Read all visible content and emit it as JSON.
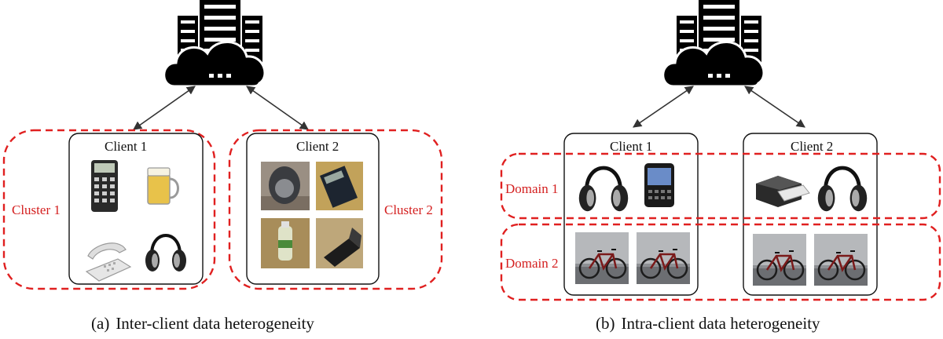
{
  "colors": {
    "dashed": "#e02020",
    "label": "#d42020",
    "box": "#111111",
    "server": "#000000"
  },
  "panel_a": {
    "client1_title": "Client 1",
    "client2_title": "Client 2",
    "cluster1": "Cluster 1",
    "cluster2": "Cluster 2",
    "caption_label": "(a)",
    "caption_text": "Inter-client data heterogeneity"
  },
  "panel_b": {
    "client1_title": "Client 1",
    "client2_title": "Client 2",
    "domain1": "Domain 1",
    "domain2": "Domain 2",
    "caption_label": "(b)",
    "caption_text": "Intra-client data heterogeneity"
  },
  "icons": {
    "server": "server-cloud-icon",
    "a_client1": [
      "calculator-icon",
      "beer-mug-icon",
      "desk-phone-icon",
      "headphones-icon"
    ],
    "a_client2": [
      "backpack-photo",
      "calculator-photo",
      "bottle-photo",
      "laptop-photo"
    ],
    "b_client1": [
      "headphones-icon",
      "smartphone-icon",
      "bicycle-photo",
      "bicycle-photo"
    ],
    "b_client2": [
      "printer-icon",
      "headphones-icon",
      "bicycle-photo",
      "bicycle-photo"
    ]
  }
}
